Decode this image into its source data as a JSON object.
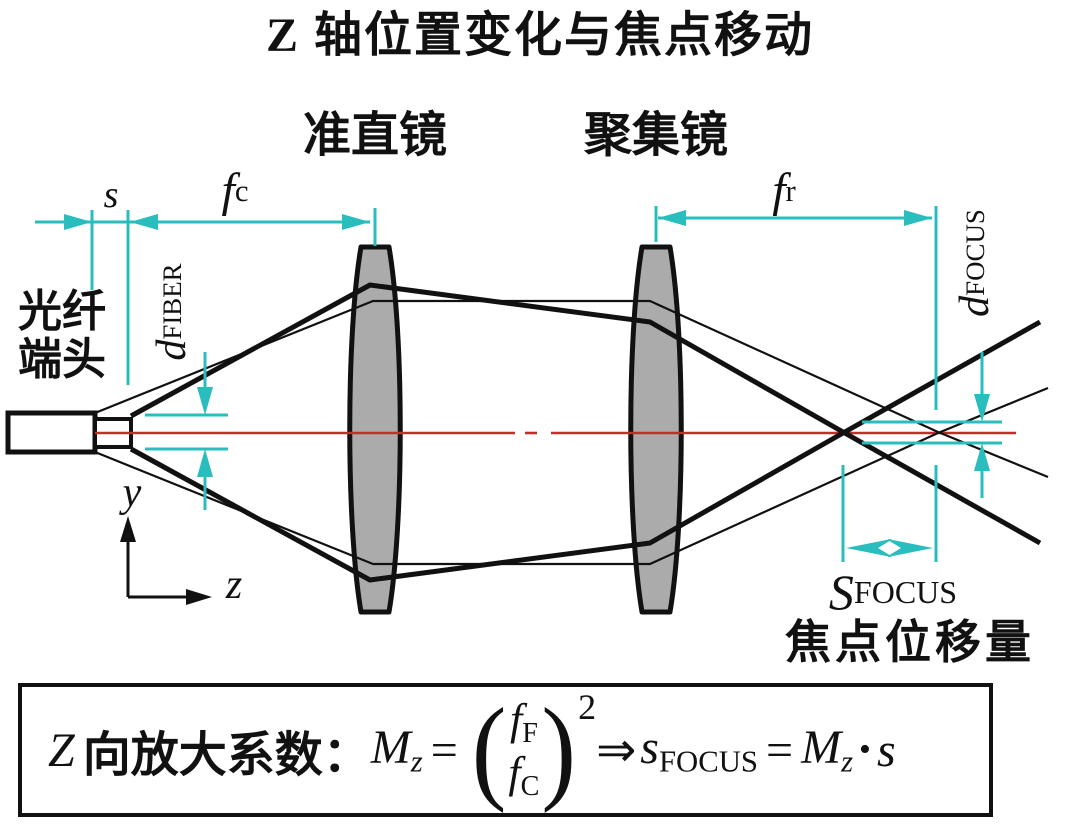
{
  "title": "Z 轴位置变化与焦点移动",
  "colors": {
    "cyan": "#29BDBD",
    "red": "#C03028",
    "lens_gray": "#ABABAB",
    "outline_black": "#111111"
  },
  "labels": {
    "collimating_lens": "准直镜",
    "focusing_lens": "聚集镜",
    "fiber_end_line1": "光纤",
    "fiber_end_line2": "端头",
    "s_gap": "s",
    "f_c": {
      "base": "f",
      "sub": "c"
    },
    "f_r": {
      "base": "f",
      "sub": "r"
    },
    "d_fiber": {
      "base": "d",
      "sub": "FIBER"
    },
    "d_focus": {
      "base": "d",
      "sub": "FOCUS"
    },
    "s_focus": {
      "base": "S",
      "sub": "FOCUS"
    },
    "focus_shift": "焦点位移量",
    "axis_y": "y",
    "axis_z": "z"
  },
  "formula": {
    "lead_z": "Z",
    "lead_cn": "向放大系数",
    "colon": "：",
    "m": "M",
    "m_sub": "z",
    "equals": "=",
    "paren_left": "(",
    "paren_right": ")",
    "frac_top": {
      "base": "f",
      "sub": "F"
    },
    "frac_bottom": {
      "base": "f",
      "sub": "C"
    },
    "exponent": "2",
    "implies": "⇒",
    "s_focus_base": "s",
    "s_focus_sub": "FOCUS",
    "equals2": "=",
    "m2": "M",
    "m2_sub": "z",
    "dot": "•",
    "s_final": "s"
  }
}
